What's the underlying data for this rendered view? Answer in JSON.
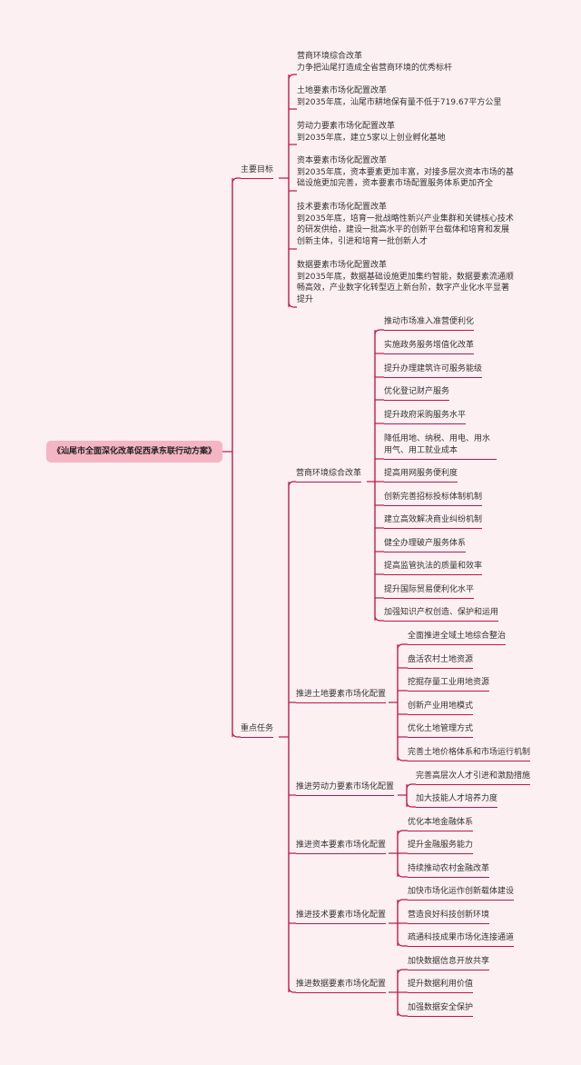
{
  "root": "《汕尾市全面深化改革促西承东联行动方案》",
  "main_goals": {
    "label": "主要目标",
    "items": [
      {
        "title": "营商环境综合改革",
        "desc": "力争把汕尾打造成全省营商环境的优秀标杆"
      },
      {
        "title": "土地要素市场化配置改革",
        "desc": "到2035年底，汕尾市耕地保有量不低于719.67平方公里"
      },
      {
        "title": "劳动力要素市场化配置改革",
        "desc": "到2035年底，建立5家以上创业孵化基地"
      },
      {
        "title": "资本要素市场化配置改革",
        "desc": "到2035年底，资本要素更加丰富，对接多层次资本市场的基础设施更加完善，资本要素市场配置服务体系更加齐全"
      },
      {
        "title": "技术要素市场化配置改革",
        "desc": "到2035年底，培育一批战略性新兴产业集群和关键核心技术的研发供给，建设一批高水平的创新平台载体和培育和发展创新主体，引进和培育一批创新人才"
      },
      {
        "title": "数据要素市场化配置改革",
        "desc": "到2035年底，数据基础设施更加集约智能，数据要素流通顺畅高效，产业数字化转型迈上新台阶，数字产业化水平显著提升"
      }
    ]
  },
  "key_tasks": {
    "label": "重点任务",
    "groups": [
      {
        "label": "营商环境综合改革",
        "items": [
          "推动市场准入准营便利化",
          "实施政务服务增值化改革",
          "提升办理建筑许可服务能级",
          "优化登记财产服务",
          "提升政府采购服务水平",
          "降低用地、纳税、用电、用水用气、用工就业成本",
          "提高用网服务便利度",
          "创新完善招标投标体制机制",
          "建立高效解决商业纠纷机制",
          "健全办理破产服务体系",
          "提高监管执法的质量和效率",
          "提升国际贸易便利化水平",
          "加强知识产权创造、保护和运用"
        ]
      },
      {
        "label": "推进土地要素市场化配置",
        "items": [
          "全面推进全域土地综合整治",
          "盘活农村土地资源",
          "挖掘存量工业用地资源",
          "创新产业用地模式",
          "优化土地管理方式",
          "完善土地价格体系和市场运行机制"
        ]
      },
      {
        "label": "推进劳动力要素市场化配置",
        "items": [
          "完善高层次人才引进和激励措施",
          "加大技能人才培养力度"
        ]
      },
      {
        "label": "推进资本要素市场化配置",
        "items": [
          "优化本地金融体系",
          "提升金融服务能力",
          "持续推动农村金融改革"
        ]
      },
      {
        "label": "推进技术要素市场化配置",
        "items": [
          "加快市场化运作创新载体建设",
          "营造良好科技创新环境",
          "疏通科技成果市场化连接通道"
        ]
      },
      {
        "label": "推进数据要素市场化配置",
        "items": [
          "加快数据信息开放共享",
          "提升数据利用价值",
          "加强数据安全保护"
        ]
      }
    ]
  },
  "colors": {
    "background": "#fdf0f3",
    "line": "#c0144a",
    "root_fill": "#f5b5c3"
  }
}
